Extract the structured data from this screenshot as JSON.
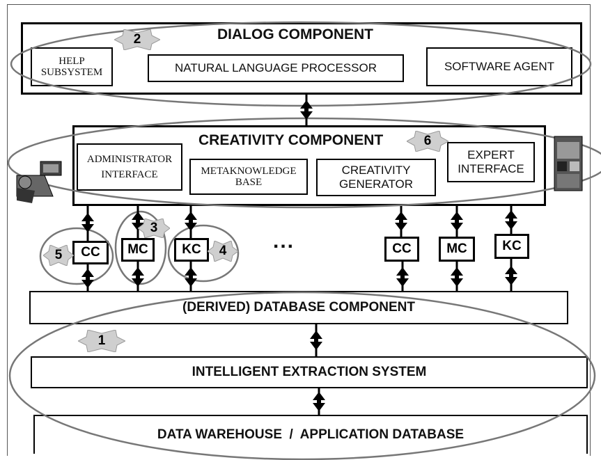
{
  "dialog": {
    "title": "DIALOG COMPONENT",
    "help_line1": "HELP",
    "help_line2": "SUBSYSTEM",
    "nlp": "NATURAL LANGUAGE PROCESSOR",
    "agent": "SOFTWARE AGENT",
    "badge": "2"
  },
  "creativity": {
    "title": "CREATIVITY COMPONENT",
    "badge": "6",
    "admin_line1": "ADMINISTRATOR",
    "admin_line2": "INTERFACE",
    "meta_line1": "METAKNOWLEDGE",
    "meta_line2": "BASE",
    "gen_line1": "CREATIVITY",
    "gen_line2": "GENERATOR",
    "expert_line1": "EXPERT",
    "expert_line2": "INTERFACE"
  },
  "modules": {
    "cc_left": "CC",
    "mc_left": "MC",
    "kc_left": "KC",
    "badge_cc": "5",
    "badge_mc": "3",
    "badge_kc": "4",
    "ellipsis": "...",
    "cc_right": "CC",
    "mc_right": "MC",
    "kc_right": "KC"
  },
  "database": {
    "title": "(DERIVED) DATABASE COMPONENT",
    "badge": "1"
  },
  "extraction": {
    "title": "INTELLIGENT EXTRACTION SYSTEM"
  },
  "warehouse": {
    "title": "DATA WAREHOUSE  /  APPLICATION DATABASE"
  },
  "colors": {
    "ellipse": "#777777",
    "badge_fill": "#cfcfcf",
    "line": "#000000"
  }
}
